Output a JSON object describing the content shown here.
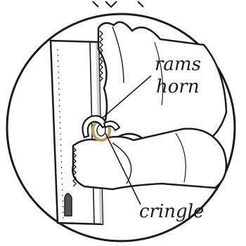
{
  "labels": {
    "rams_line1": "rams",
    "rams_line2": "horn",
    "cringle": "cringle"
  },
  "colors": {
    "ink": "#1a1a1a",
    "background": "#ffffff",
    "cringle_ring": "#c59a52",
    "mast_shadow": "#cfcfcf",
    "hook_slot": "#555555"
  }
}
